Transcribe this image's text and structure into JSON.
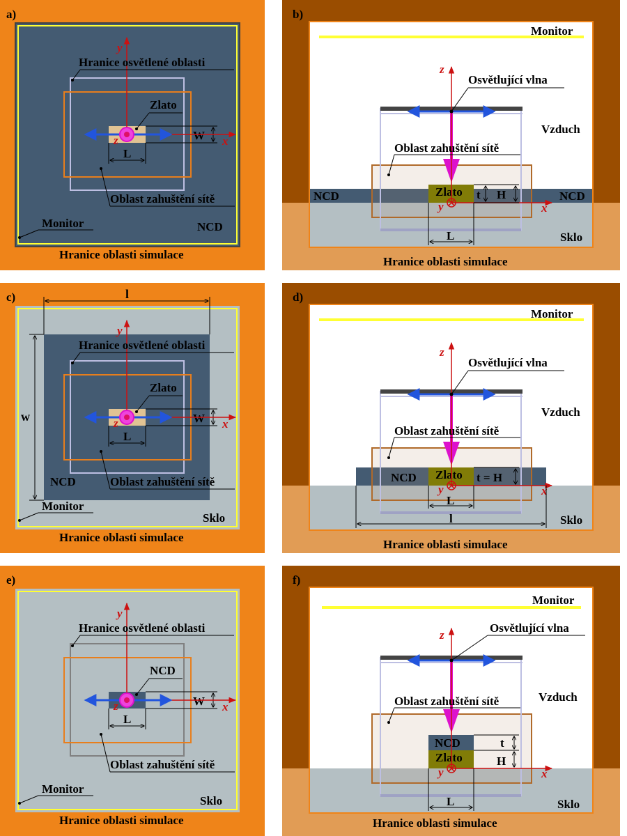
{
  "panel_labels": [
    "a)",
    "b)",
    "c)",
    "d)",
    "e)",
    "f)"
  ],
  "labels": {
    "illuminated_boundary": "Hranice osvětlené oblasti",
    "mesh_refinement": "Oblast zahuštění sítě",
    "monitor": "Monitor",
    "simulation_boundary": "Hranice oblasti simulace",
    "illuminating_wave": "Osvětlující vlna",
    "air": "Vzduch",
    "glass": "Sklo",
    "gold": "Zlato",
    "ncd": "NCD"
  },
  "axes": {
    "x": "x",
    "y": "y",
    "z": "z"
  },
  "dimensions": {
    "L": "L",
    "W": "W",
    "t": "t",
    "H": "H",
    "t_eq_H": "t = H",
    "l": "l",
    "w": "w"
  },
  "colors": {
    "outer_orange": "#ef8419",
    "outer_brown": "#9a4d00",
    "ncd_blue": "#445b72",
    "glass_gray": "#b4bfc3",
    "gold_tan": "#e1c393",
    "gold_olive": "#817c07",
    "monitor_yellow": "#ffff33",
    "mesh_orange": "#e87e1c",
    "illum_lavender": "#bdbfe2",
    "axis_red": "#cc1111",
    "pol_blue": "#2255dd",
    "wave_magenta": "#dd11cc"
  }
}
